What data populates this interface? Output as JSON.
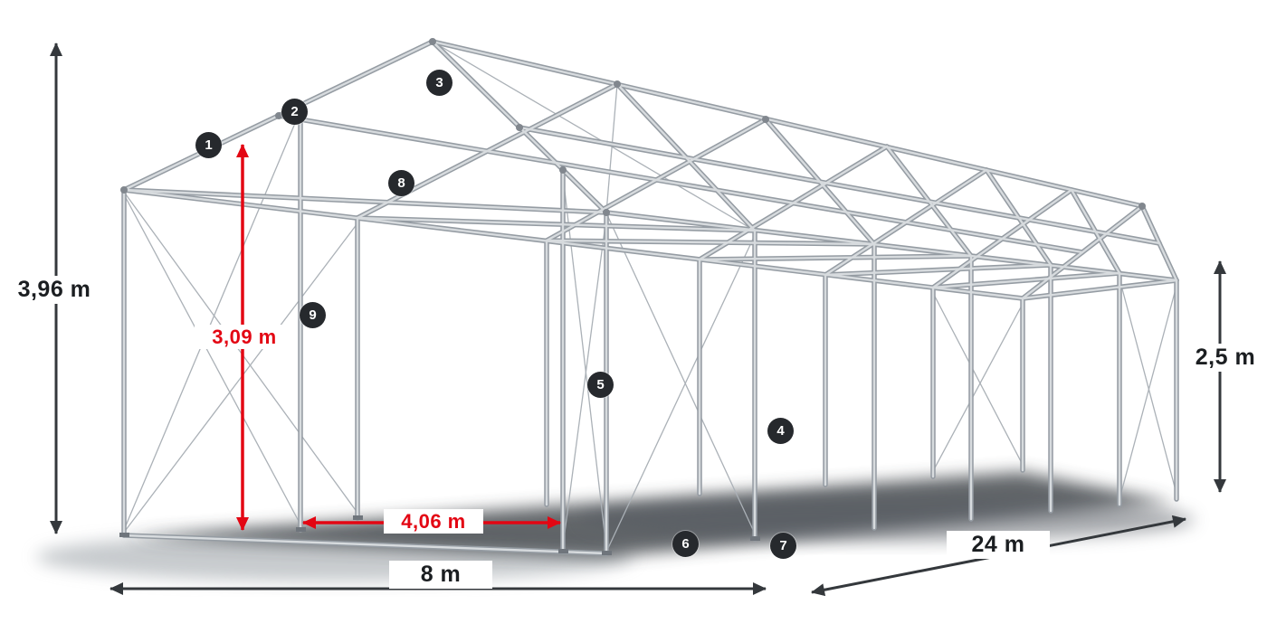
{
  "diagram": {
    "name": "storage-tent-frame-diagram",
    "colors": {
      "accent_red": "#e30613",
      "frame_metal": "#c3c8cd",
      "dimension": "#34383c",
      "badge_background": "#26292d"
    }
  },
  "dimensions": {
    "total_height": "3,96 m",
    "inner_height": "3,09 m",
    "side_height": "2,5 m",
    "width": "8 m",
    "length": "24 m",
    "passage_width": "4,06 m"
  },
  "callouts": [
    "1",
    "2",
    "3",
    "4",
    "5",
    "6",
    "7",
    "8",
    "9"
  ]
}
